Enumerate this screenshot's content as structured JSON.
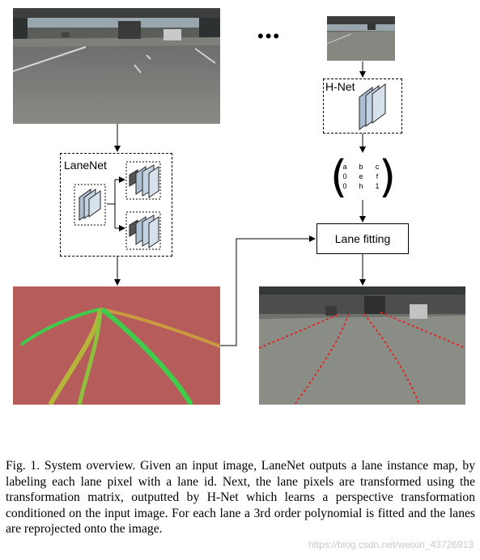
{
  "ellipsis": "•••",
  "lanenet_label": "LaneNet",
  "hnet_label": "H-Net",
  "matrix": {
    "rows": [
      [
        "a",
        "b",
        "c"
      ],
      [
        "0",
        "e",
        "f"
      ],
      [
        "0",
        "h",
        "1"
      ]
    ]
  },
  "lane_fitting_label": "Lane fitting",
  "caption": "Fig. 1.    System overview. Given an input image, LaneNet outputs a lane instance map, by labeling each lane pixel with a lane id. Next, the lane pixels are transformed using the transformation matrix, outputted by H-Net which learns a perspective transformation conditioned on the input image. For each lane a 3rd order polynomial is fitted and the lanes are reprojected onto the image.",
  "watermark": "https://blog.csdn.net/weixin_43726913",
  "colors": {
    "instance_bg": "#b65d5c",
    "lane_green": "#3fcc4a",
    "lane_olive": "#b7b43a",
    "lane_orange": "#c99a3e",
    "fitted_lane": "#e0282a"
  }
}
